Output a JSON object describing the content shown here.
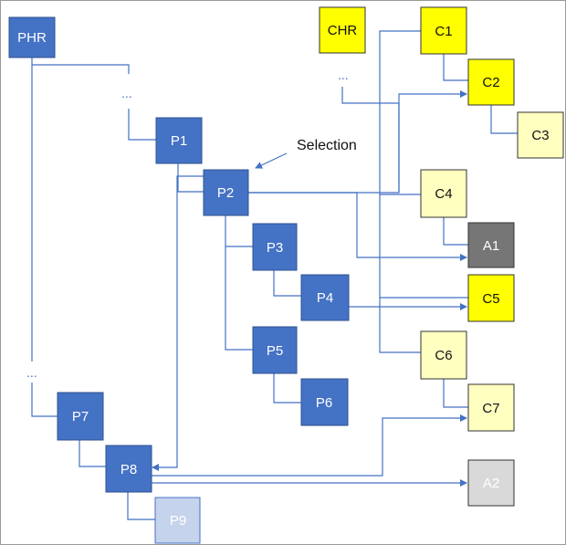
{
  "colors": {
    "parent_fill": "#4472c4",
    "parent_stroke": "#2f528f",
    "parent_text": "#ffffff",
    "faded_parent_fill": "#c6d3ec",
    "faded_parent_text": "#ffffff",
    "child_fill": "#ffff00",
    "child_pale_fill": "#ffffc0",
    "child_stroke": "#333333",
    "child_text": "#111111",
    "attr_dark_fill": "#767676",
    "attr_light_fill": "#d9d9d9",
    "connector": "#4472c4"
  },
  "nodes": {
    "phr": "PHR",
    "p1": "P1",
    "p2": "P2",
    "p3": "P3",
    "p4": "P4",
    "p5": "P5",
    "p6": "P6",
    "p7": "P7",
    "p8": "P8",
    "p9": "P9",
    "chr": "CHR",
    "c1": "C1",
    "c2": "C2",
    "c3": "C3",
    "c4": "C4",
    "c5": "C5",
    "c6": "C6",
    "c7": "C7",
    "a1": "A1",
    "a2": "A2"
  },
  "ellipsis": {
    "phr_to_p1": "...",
    "phr_to_p7": "...",
    "chr_down": "..."
  },
  "annotation": {
    "selection_label": "Selection"
  }
}
